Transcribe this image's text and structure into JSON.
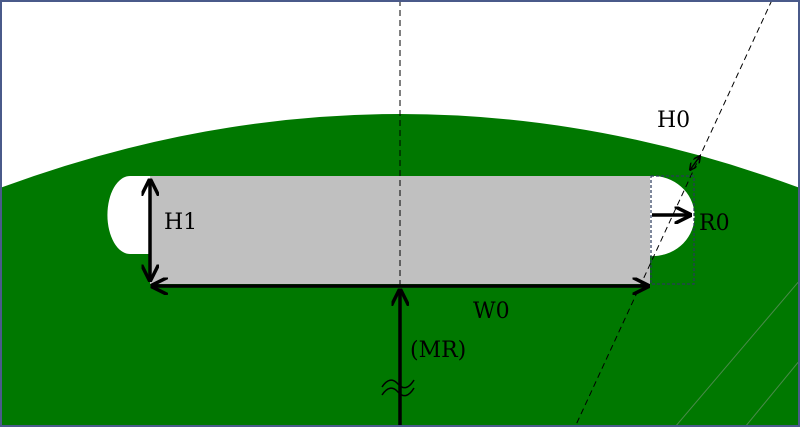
{
  "diagram": {
    "labels": {
      "h0": "H0",
      "h1": "H1",
      "r0": "R0",
      "w0": "W0",
      "mr": "(MR)"
    },
    "colors": {
      "background": "#ffffff",
      "rotor": "#007800",
      "magnet": "#c0c0c0",
      "outline": "#000000",
      "dashed_box": "#2a3a5a"
    }
  }
}
